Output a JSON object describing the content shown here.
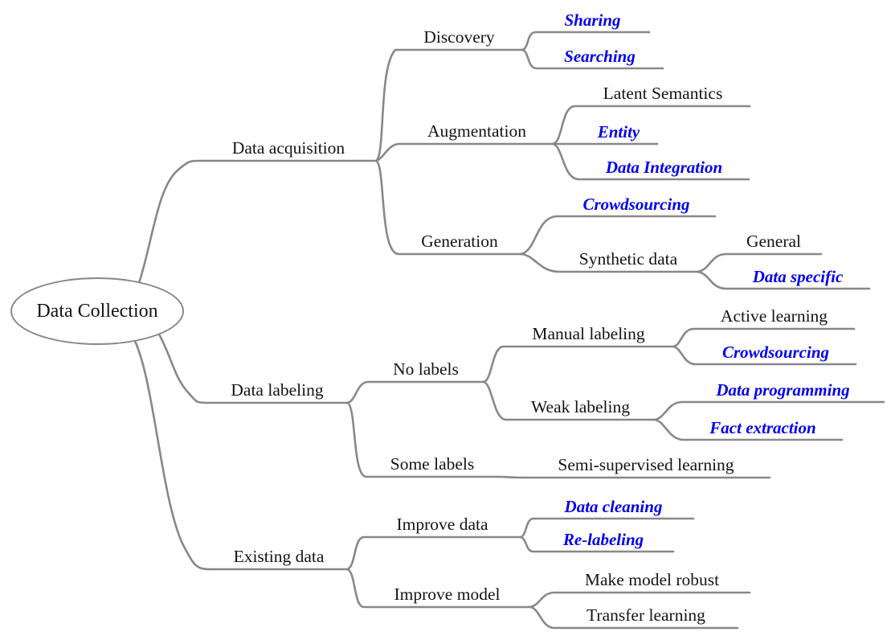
{
  "diagram": {
    "type": "mindmap",
    "title": "Data Collection taxonomy",
    "legend_hint": "blue bold-italic leaves vs black plain labels"
  },
  "colors": {
    "bg": "#ffffff",
    "line-gray": "#888888",
    "text-black": "#141414",
    "node-blue": "#0000ee"
  },
  "nodes": {
    "root": {
      "label": "Data Collection",
      "color": "black"
    },
    "data_acquisition": {
      "label": "Data acquisition",
      "color": "black"
    },
    "discovery": {
      "label": "Discovery",
      "color": "black"
    },
    "sharing": {
      "label": "Sharing",
      "color": "blue"
    },
    "searching": {
      "label": "Searching",
      "color": "blue"
    },
    "augmentation": {
      "label": "Augmentation",
      "color": "black"
    },
    "latent_semantics": {
      "label": "Latent Semantics",
      "color": "black"
    },
    "entity": {
      "label": "Entity",
      "color": "blue"
    },
    "data_integration": {
      "label": "Data Integration",
      "color": "blue"
    },
    "generation": {
      "label": "Generation",
      "color": "black"
    },
    "crowdsourcing_gen": {
      "label": "Crowdsourcing",
      "color": "blue"
    },
    "synthetic_data": {
      "label": "Synthetic data",
      "color": "black"
    },
    "general": {
      "label": "General",
      "color": "black"
    },
    "data_specific": {
      "label": "Data specific",
      "color": "blue"
    },
    "data_labeling": {
      "label": "Data labeling",
      "color": "black"
    },
    "no_labels": {
      "label": "No labels",
      "color": "black"
    },
    "manual_labeling": {
      "label": "Manual labeling",
      "color": "black"
    },
    "active_learning": {
      "label": "Active learning",
      "color": "black"
    },
    "crowdsourcing_lab": {
      "label": "Crowdsourcing",
      "color": "blue"
    },
    "weak_labeling": {
      "label": "Weak labeling",
      "color": "black"
    },
    "data_programming": {
      "label": "Data programming",
      "color": "blue"
    },
    "fact_extraction": {
      "label": "Fact extraction",
      "color": "blue"
    },
    "some_labels": {
      "label": "Some labels",
      "color": "black"
    },
    "semi_supervised": {
      "label": "Semi-supervised learning",
      "color": "black"
    },
    "existing_data": {
      "label": "Existing data",
      "color": "black"
    },
    "improve_data": {
      "label": "Improve data",
      "color": "black"
    },
    "data_cleaning": {
      "label": "Data cleaning",
      "color": "blue"
    },
    "re_labeling": {
      "label": "Re-labeling",
      "color": "blue"
    },
    "improve_model": {
      "label": "Improve model",
      "color": "black"
    },
    "make_model_robust": {
      "label": "Make model robust",
      "color": "black"
    },
    "transfer_learning": {
      "label": "Transfer learning",
      "color": "black"
    }
  },
  "tree": {
    "Data Collection": {
      "Data acquisition": {
        "Discovery": [
          "Sharing",
          "Searching"
        ],
        "Augmentation": [
          "Latent Semantics",
          "Entity",
          "Data Integration"
        ],
        "Generation": {
          "Crowdsourcing": [],
          "Synthetic data": [
            "General",
            "Data specific"
          ]
        }
      },
      "Data labeling": {
        "No labels": {
          "Manual labeling": [
            "Active learning",
            "Crowdsourcing"
          ],
          "Weak labeling": [
            "Data programming",
            "Fact extraction"
          ]
        },
        "Some labels": [
          "Semi-supervised learning"
        ]
      },
      "Existing data": {
        "Improve data": [
          "Data cleaning",
          "Re-labeling"
        ],
        "Improve model": [
          "Make model robust",
          "Transfer learning"
        ]
      }
    }
  }
}
